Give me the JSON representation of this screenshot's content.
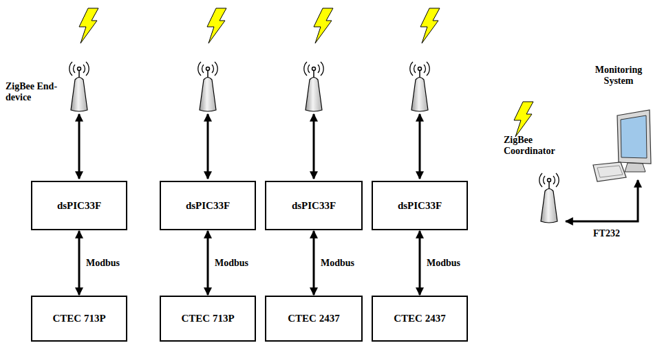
{
  "diagram": {
    "nodes": [
      {
        "text": [
          "dsPIC33F"
        ]
      },
      {
        "text": [
          "dsPIC33F"
        ]
      },
      {
        "text": [
          "dsPIC33F"
        ]
      },
      {
        "text": [
          "dsPIC33F"
        ]
      },
      {
        "text": [
          "CTEC 713P"
        ]
      },
      {
        "text": [
          "CTEC 713P"
        ]
      },
      {
        "text": [
          "CTEC 2437"
        ]
      },
      {
        "text": [
          "CTEC 2437"
        ]
      }
    ],
    "edges": [
      {
        "from": 0,
        "to": 4,
        "arrow": "both",
        "label": "Modbus"
      },
      {
        "from": 1,
        "to": 5,
        "arrow": "both",
        "label": "Modbus"
      },
      {
        "from": 2,
        "to": 6,
        "arrow": "both",
        "label": "Modbus"
      },
      {
        "from": 3,
        "to": 7,
        "arrow": "both",
        "label": "Modbus"
      }
    ],
    "labels": [
      "ZigBee End-device",
      "ZigBee Coordinator",
      "Monitoring System",
      "FT232"
    ]
  }
}
